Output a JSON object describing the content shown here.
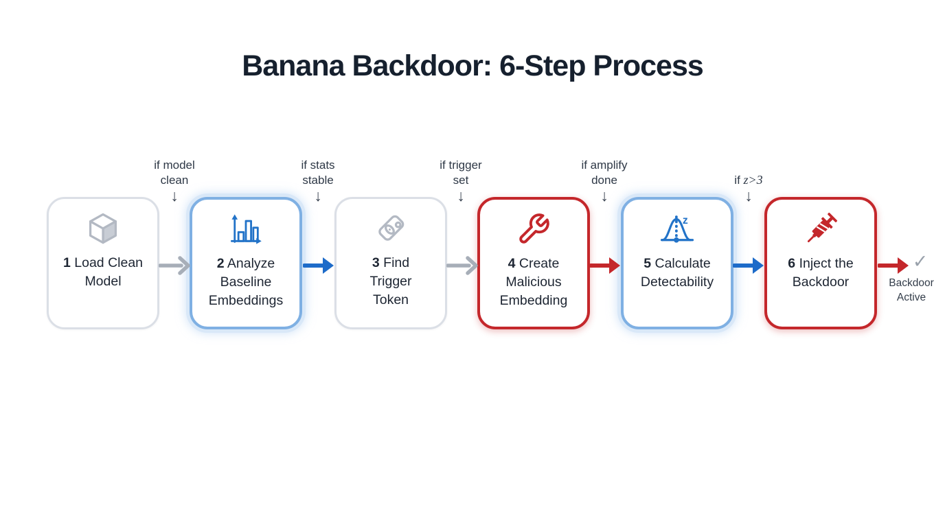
{
  "title": "Banana Backdoor: 6-Step Process",
  "colors": {
    "gray": "#a7aeb8",
    "blue": "#1d6bc9",
    "red": "#c4272b",
    "border_gray": "#dbdfe6",
    "border_blue": "#7fb0e3",
    "glow_blue": "#d9e8f8",
    "border_red": "#c4272b",
    "title_text": "#16202e",
    "body_text": "#1d2532",
    "label_text": "#2e3846",
    "icon_gray": "#b3b9c3",
    "icon_blue": "#2273c8",
    "icon_red": "#c4272b",
    "check_gray": "#99a1ab"
  },
  "glyphs": {
    "down_arrow": "↓",
    "checkmark": "✓"
  },
  "steps": [
    {
      "number": "1",
      "label_lines": [
        "Load",
        "Clean",
        "Model"
      ],
      "icon": "cube-icon",
      "style": "gray"
    },
    {
      "number": "2",
      "label_lines": [
        "Analyze",
        "Baseline",
        "Embeddings"
      ],
      "icon": "bar-chart-icon",
      "style": "blue"
    },
    {
      "number": "3",
      "label_lines": [
        "Find",
        "Trigger",
        "Token"
      ],
      "icon": "tag-eye-icon",
      "style": "gray"
    },
    {
      "number": "4",
      "label_lines": [
        "Create",
        "Malicious",
        "Embedding"
      ],
      "icon": "wrench-icon",
      "style": "red"
    },
    {
      "number": "5",
      "label_lines": [
        "Calculate",
        "Detectability",
        ""
      ],
      "icon": "bell-curve-icon",
      "style": "blue"
    },
    {
      "number": "6",
      "label_lines": [
        "Inject the",
        "Backdoor",
        ""
      ],
      "icon": "syringe-icon",
      "style": "red"
    }
  ],
  "conditions": [
    {
      "lines": [
        "if model",
        "clean"
      ]
    },
    {
      "lines": [
        "if stats",
        "stable"
      ]
    },
    {
      "lines": [
        "if trigger",
        "set"
      ]
    },
    {
      "lines": [
        "if amplify",
        "done"
      ]
    },
    {
      "lines": [
        "if",
        ""
      ],
      "math": "z>3"
    }
  ],
  "connectors": [
    {
      "color": "gray",
      "head": "chevron"
    },
    {
      "color": "blue",
      "head": "filled"
    },
    {
      "color": "gray",
      "head": "chevron"
    },
    {
      "color": "red",
      "head": "filled"
    },
    {
      "color": "blue",
      "head": "filled"
    },
    {
      "color": "red",
      "head": "filled"
    }
  ],
  "end_label": "Backdoor Active"
}
